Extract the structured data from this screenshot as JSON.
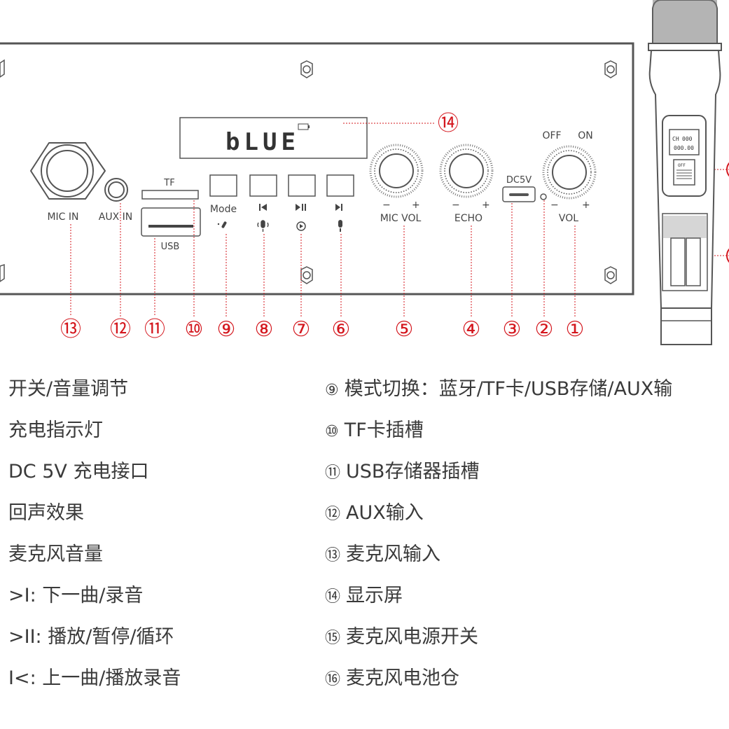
{
  "display": {
    "text": "bLUE"
  },
  "panel_labels": {
    "mic_in": "MIC IN",
    "aux_in": "AUX IN",
    "tf": "TF",
    "usb": "USB",
    "mode": "Mode",
    "mic_vol": "MIC VOL",
    "echo": "ECHO",
    "dc5v": "DC5V",
    "vol": "VOL",
    "off": "OFF",
    "on": "ON",
    "minus": "−",
    "plus": "+"
  },
  "button_icons": [
    "prev-track-icon",
    "play-pause-icon",
    "next-track-icon"
  ],
  "mic_screen": {
    "ch_label": "CH",
    "ch_value": "000",
    "freq": "000.00",
    "switch": "OFF"
  },
  "callouts": [
    "⑬",
    "⑫",
    "⑪",
    "⑩",
    "⑨",
    "⑧",
    "⑦",
    "⑥",
    "⑤",
    "④",
    "③",
    "②",
    "①",
    "⑭"
  ],
  "legend_left": [
    {
      "num": "",
      "text": "开关/音量调节"
    },
    {
      "num": "",
      "text": "充电指示灯"
    },
    {
      "num": "",
      "text": "DC 5V 充电接口"
    },
    {
      "num": "",
      "text": "回声效果"
    },
    {
      "num": "",
      "text": "麦克风音量"
    },
    {
      "num": "",
      "text": ">I:  下一曲/录音"
    },
    {
      "num": "",
      "text": ">II:  播放/暂停/循环"
    },
    {
      "num": "",
      "text": "I<:  上一曲/播放录音"
    }
  ],
  "legend_right": [
    {
      "num": "⑨",
      "text": "模式切换：蓝牙/TF卡/USB存储/AUX输"
    },
    {
      "num": "⑩",
      "text": "TF卡插槽"
    },
    {
      "num": "⑪",
      "text": "USB存储器插槽"
    },
    {
      "num": "⑫",
      "text": "AUX输入"
    },
    {
      "num": "⑬",
      "text": "麦克风输入"
    },
    {
      "num": "⑭",
      "text": "显示屏"
    },
    {
      "num": "⑮",
      "text": "麦克风电源开关"
    },
    {
      "num": "⑯",
      "text": "麦克风电池仓"
    }
  ],
  "colors": {
    "callout": "#d4171e",
    "line": "#555555",
    "text": "#3a3a3a"
  }
}
